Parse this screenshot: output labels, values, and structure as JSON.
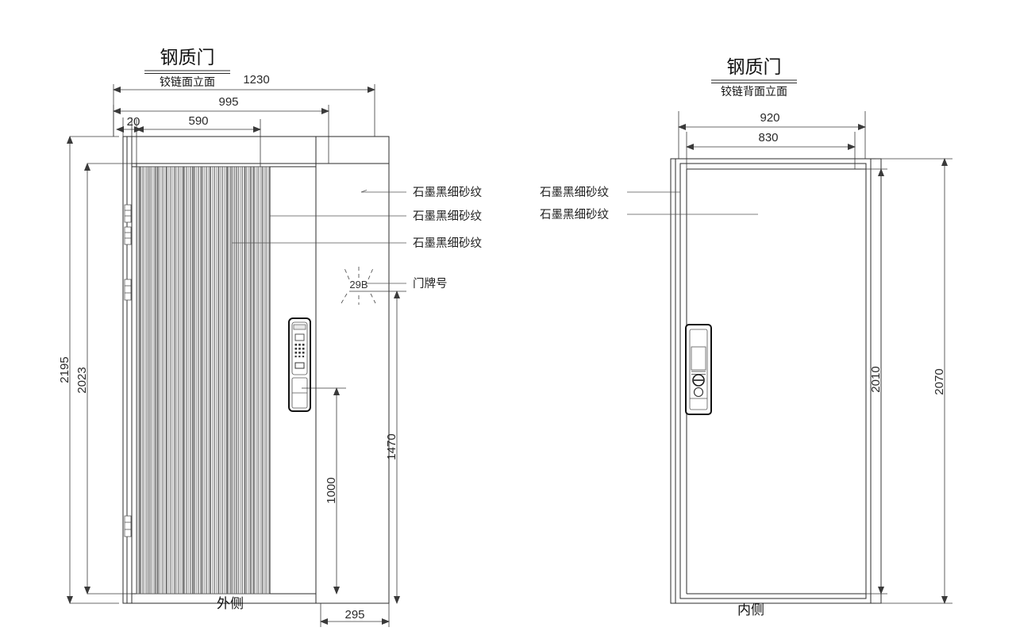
{
  "drawing": {
    "type": "steel-door-elevation",
    "views": [
      {
        "id": "front",
        "title": "钢质门",
        "subtitle": "铰链面立面",
        "side_label": "外侧",
        "dimensions": {
          "overall_width": "1230",
          "frame_width": "995",
          "jamb": "20",
          "panel_inner": "590",
          "overall_height": "2195",
          "leaf_height": "2023",
          "lock_height": "1470",
          "handle_height": "1000",
          "depth": "295"
        },
        "annotations": [
          {
            "label": "石墨黑细砂纹"
          },
          {
            "label": "石墨黑细砂纹"
          },
          {
            "label": "石墨黑细砂纹"
          },
          {
            "label": "门牌号",
            "value": "29B"
          }
        ]
      },
      {
        "id": "back",
        "title": "钢质门",
        "subtitle": "铰链背面立面",
        "side_label": "内侧",
        "dimensions": {
          "overall_width": "920",
          "leaf_width": "830",
          "leaf_height": "2010",
          "overall_height": "2070"
        },
        "annotations": [
          {
            "label": "石墨黑细砂纹"
          },
          {
            "label": "石墨黑细砂纹"
          }
        ]
      }
    ],
    "colors": {
      "line": "#2b2b2b",
      "dimension": "#3a3a3a",
      "texture": "#8e8e8e",
      "background": "#ffffff"
    }
  }
}
